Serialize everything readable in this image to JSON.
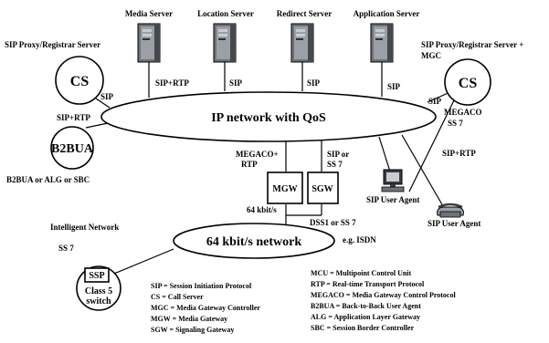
{
  "servers": {
    "media": "Media Server",
    "location": "Location Server",
    "redirect": "Redirect Server",
    "application": "Application Server"
  },
  "networks": {
    "ip": "IP network with QoS",
    "tdm": "64 kbit/s network"
  },
  "nodes": {
    "cs_left": "CS",
    "cs_right": "CS",
    "b2bua": "B2BUA",
    "mgw": "MGW",
    "sgw": "SGW",
    "ssp": "SSP",
    "class5_line1": "Class 5",
    "class5_line2": "switch"
  },
  "captions": {
    "sip_proxy_left": "SIP Proxy/Registrar Server",
    "sip_proxy_right_line1": "SIP Proxy/Registrar Server +",
    "sip_proxy_right_line2": "MGC",
    "b2bua_caption": "B2BUA or ALG or SBC",
    "intelligent_network": "Intelligent Network",
    "sip_user_agent_1": "SIP User Agent",
    "sip_user_agent_2": "SIP User Agent"
  },
  "links": {
    "media_sip_rtp": "SIP+RTP",
    "location_sip": "SIP",
    "redirect_sip": "SIP",
    "application_sip": "SIP",
    "cs_left_sip": "SIP",
    "b2bua_sip_rtp": "SIP+RTP",
    "cs_right_sip": "SIP",
    "cs_right_megaco": "MEGACO",
    "cs_right_ss7": "SS 7",
    "ua2_sip_rtp": "SIP+RTP",
    "mgw_megaco_line1": "MEGACO+",
    "mgw_megaco_line2": "RTP",
    "sgw_sip_line1": "SIP or",
    "sgw_sip_line2": "SS 7",
    "mgw_64k": "64 kbit/s",
    "dss1": "DSS1 or SS 7",
    "isdn": "e.g. ISDN",
    "ssp_ss7": "SS 7"
  },
  "legend_left": [
    "SIP = Session Initiation Protocol",
    "CS = Call Server",
    "MGC = Media Gateway Controller",
    "MGW = Media Gateway",
    "SGW = Signaling Gateway"
  ],
  "legend_right": [
    "MCU = Multipoint Control Unit",
    "RTP = Real-time Transport Protocol",
    "MEGACO = Media Gateway Control Protocol",
    "B2BUA = Back-to-Back User Agent",
    "ALG = Application Layer Gateway",
    "SBC = Session Border Controller"
  ],
  "colors": {
    "stroke": "#000000",
    "background": "#ffffff",
    "server_body": "#6f7378",
    "server_light": "#c9ccd0"
  }
}
